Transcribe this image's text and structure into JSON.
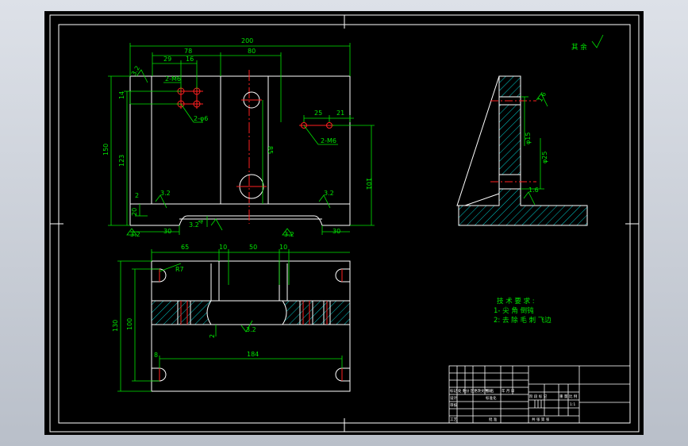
{
  "colors": {
    "background": "#000000",
    "outline": "#ffffff",
    "dimension": "#00e600",
    "centerline": "#ff2020",
    "hatch": "#00c8c8"
  },
  "front_view": {
    "dims": {
      "d200": "200",
      "d78": "78",
      "d80": "80",
      "d29": "29",
      "d16": "16",
      "d14": "14",
      "d150": "150",
      "d123": "123",
      "d85": "85",
      "d101": "101",
      "d25": "25",
      "d21": "21",
      "d2": "2",
      "d20": "20",
      "d30l": "30",
      "d30r": "30",
      "d4": "4"
    },
    "labels": {
      "m6_top": "2-M6",
      "phi6": "2-φ6",
      "m6_right": "2-M6"
    },
    "roughness": {
      "r1": "3.2",
      "r2": "3.2",
      "r3": "3.2",
      "r4": "3.2",
      "r5": "3.2",
      "r6": "3.2"
    }
  },
  "top_view": {
    "dims": {
      "d65": "65",
      "d10a": "10",
      "d50": "50",
      "d10b": "10",
      "d130": "130",
      "d100": "100",
      "d184": "184",
      "d8": "8",
      "d2": "2"
    },
    "labels": {
      "r7": "R7"
    },
    "roughness": {
      "r1": "3.2"
    }
  },
  "side_view": {
    "dims": {
      "phi15": "φ15",
      "phi25": "φ25",
      "d16": "1.6"
    },
    "roughness": {
      "r1": "1.6"
    }
  },
  "remaining_mark": "其 余",
  "tech_requirements": {
    "title": "技 术 要 求 :",
    "items": [
      "1- 尖 角 倒钝",
      "2: 去 除 毛 刺 飞边"
    ]
  },
  "title_block": {
    "labels": [
      "标记",
      "处 数",
      "分 区",
      "更改文件号",
      "签 名",
      "年 月 日",
      "设计",
      "标准化",
      "阶 段 标 记",
      "重 量",
      "比 例",
      "1:1",
      "审核",
      "工艺",
      "批 准",
      "共  张  第  张"
    ]
  }
}
